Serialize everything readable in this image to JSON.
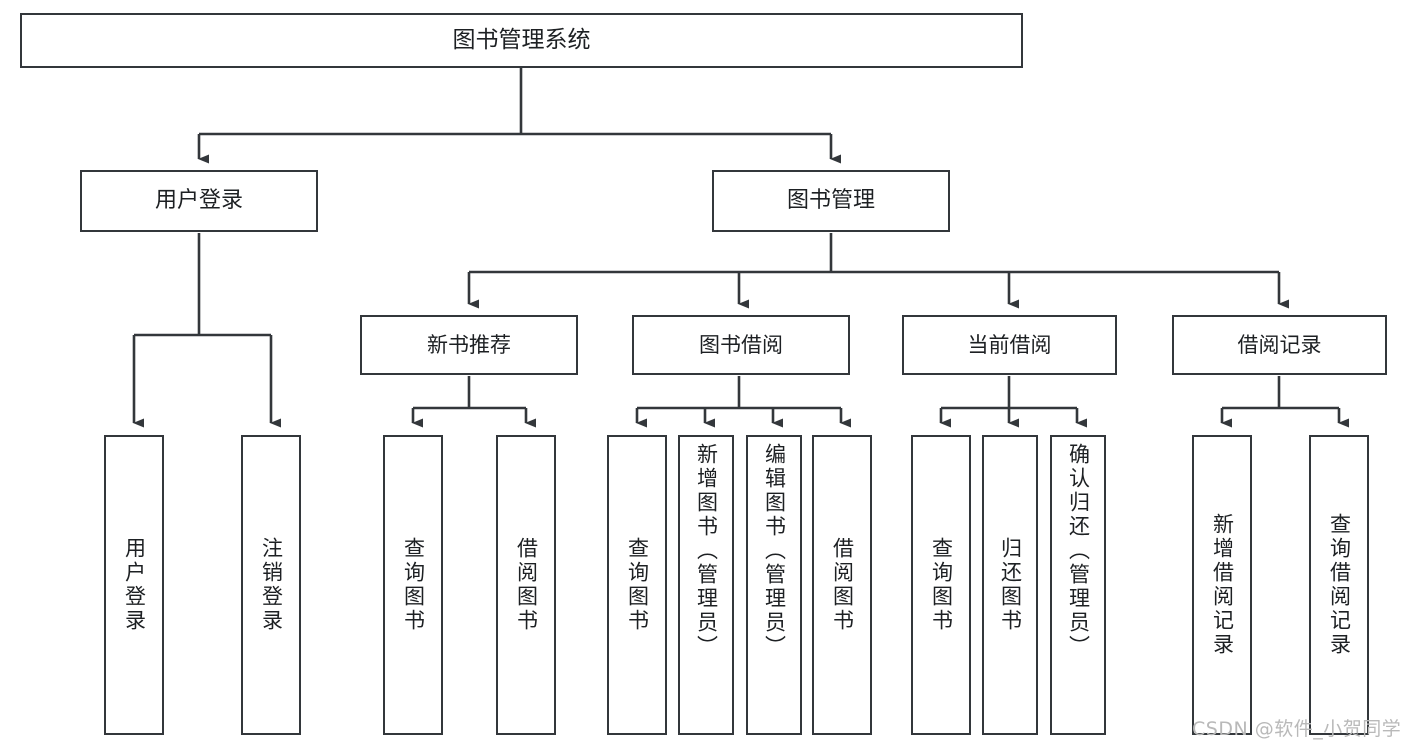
{
  "diagram": {
    "title": "图书管理系统",
    "type": "tree-hierarchy",
    "stroke_color": "#33373b",
    "text_color": "#1d2023",
    "background": "#ffffff",
    "watermark": "CSDN @软件_小贺同学",
    "watermark_color": "#b9b9b9"
  },
  "nodes": {
    "root": {
      "label": "图书管理系统"
    },
    "level2": [
      {
        "label": "用户登录"
      },
      {
        "label": "图书管理"
      }
    ],
    "level3": [
      {
        "label": "新书推荐"
      },
      {
        "label": "图书借阅"
      },
      {
        "label": "当前借阅"
      },
      {
        "label": "借阅记录"
      }
    ],
    "leaves": {
      "user_login": [
        {
          "label": "用户登录"
        },
        {
          "label": "注销登录"
        }
      ],
      "new_book": [
        {
          "label": "查询图书"
        },
        {
          "label": "借阅图书"
        }
      ],
      "book_borrow": [
        {
          "label": "查询图书"
        },
        {
          "label": "新增图书（管理员）"
        },
        {
          "label": "编辑图书（管理员）"
        },
        {
          "label": "借阅图书"
        }
      ],
      "current_borrow": [
        {
          "label": "查询图书"
        },
        {
          "label": "归还图书"
        },
        {
          "label": "确认归还（管理员）"
        }
      ],
      "borrow_record": [
        {
          "label": "新增借阅记录"
        },
        {
          "label": "查询借阅记录"
        }
      ]
    }
  }
}
